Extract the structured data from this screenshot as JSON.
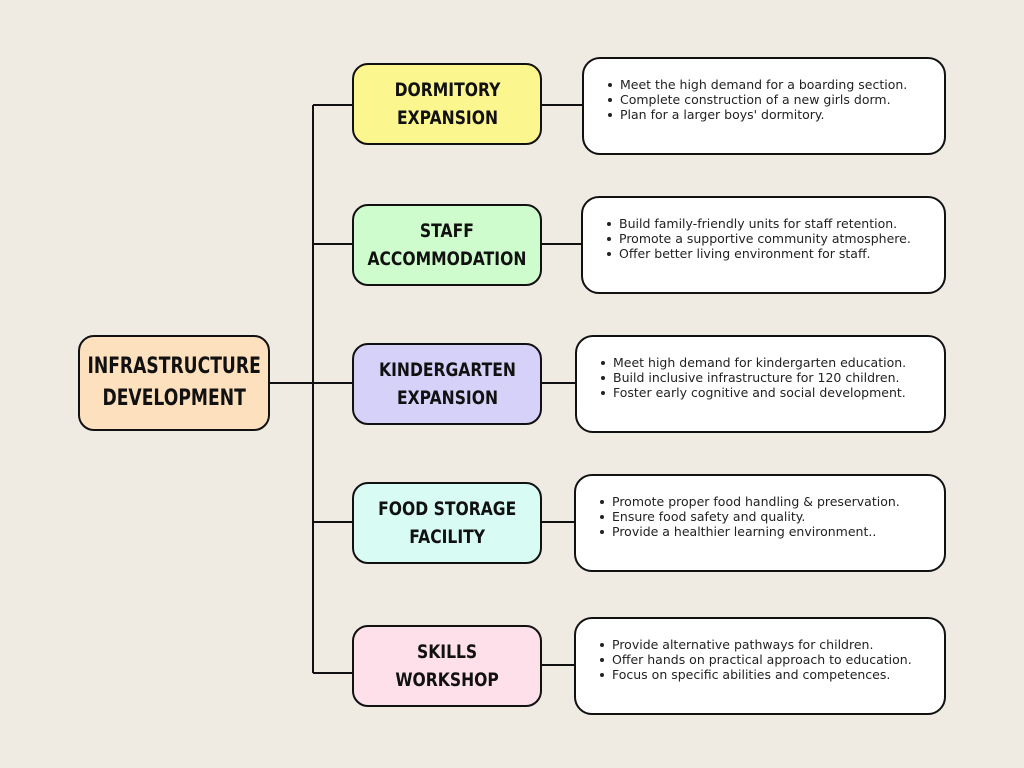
{
  "root": {
    "title_line1": "INFRASTRUCTURE",
    "title_line2": "DEVELOPMENT",
    "color": "#fde0bd"
  },
  "branches": [
    {
      "title_line1": "DORMITORY",
      "title_line2": "EXPANSION",
      "color": "#fcf68e",
      "bullets": [
        "Meet the high demand for a boarding section.",
        "Complete construction of a  new girls dorm.",
        "Plan for a larger boys' dormitory."
      ]
    },
    {
      "title_line1": "STAFF",
      "title_line2": "ACCOMMODATION",
      "color": "#cffccd",
      "bullets": [
        "Build family-friendly units for staff retention.",
        "Promote a supportive community atmosphere.",
        "Offer better living environment for staff."
      ]
    },
    {
      "title_line1": "KINDERGARTEN",
      "title_line2": "EXPANSION",
      "color": "#d6d1f9",
      "bullets": [
        "Meet high demand for kindergarten education.",
        "Build inclusive infrastructure for  120 children.",
        "Foster early cognitive and social development."
      ]
    },
    {
      "title_line1": "FOOD STORAGE",
      "title_line2": "FACILITY",
      "color": "#d8fcf4",
      "bullets": [
        "Promote proper food handling & preservation.",
        "Ensure food safety and quality.",
        "Provide a healthier learning environment.."
      ]
    },
    {
      "title_line1": "SKILLS",
      "title_line2": "WORKSHOP",
      "color": "#fde0ea",
      "bullets": [
        "Provide alternative pathways for children.",
        "Offer hands on practical approach to education.",
        "Focus on specific abilities and competences."
      ]
    }
  ]
}
